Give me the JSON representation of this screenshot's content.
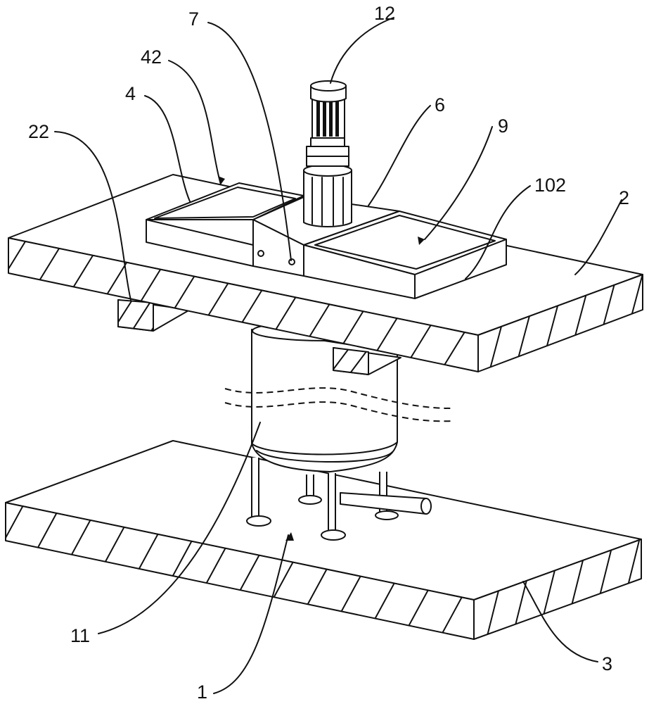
{
  "labels": {
    "l1": "1",
    "l2": "2",
    "l3": "3",
    "l4": "4",
    "l6": "6",
    "l7": "7",
    "l9": "9",
    "l11": "11",
    "l12": "12",
    "l22": "22",
    "l42": "42",
    "l102": "102"
  }
}
